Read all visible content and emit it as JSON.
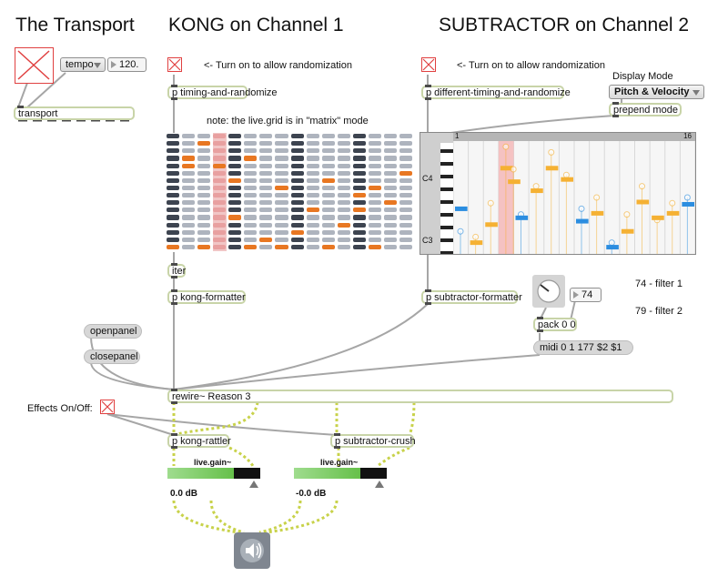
{
  "titles": {
    "transport": "The Transport",
    "kong": "KONG on Channel 1",
    "subtractor": "SUBTRACTOR on Channel 2"
  },
  "transport_section": {
    "tempo_menu": "tempo",
    "tempo_value": "120.",
    "transport_object": "transport"
  },
  "kong_section": {
    "randomize_note": "<- Turn on to allow randomization",
    "timing_object": "p timing-and-randomize",
    "grid_note": "note: the live.grid is in \"matrix\" mode",
    "iter_object": "iter",
    "formatter_object": "p kong-formatter"
  },
  "subtractor_section": {
    "randomize_note": "<- Turn on to allow randomization",
    "timing_object": "p different-timing-and-randomize",
    "display_mode_label": "Display Mode",
    "display_mode_value": "Pitch & Velocity",
    "prepend_object": "prepend mode",
    "piano_roll": {
      "start_marker": "1",
      "end_marker": "16",
      "octave_labels": [
        "C4",
        "C3"
      ]
    },
    "formatter_object": "p subtractor-formatter",
    "dial_number": "74",
    "pack_object": "pack 0 0",
    "midi_message": "midi 0 1 177 $2 $1",
    "filter_note_1": "74 - filter 1",
    "filter_note_2": "79 - filter 2"
  },
  "messages": {
    "openpanel": "openpanel",
    "closepanel": "closepanel"
  },
  "rewire": {
    "object": "rewire~ Reason 3",
    "effects_label": "Effects On/Off:"
  },
  "effects": {
    "kong_effect": "p kong-rattler",
    "subtractor_effect": "p subtractor-crush"
  },
  "gains": [
    {
      "label": "live.gain~",
      "value_text": "0.0 dB",
      "level": 0.72
    },
    {
      "label": "live.gain~",
      "value_text": "-0.0 dB",
      "level": 0.72
    }
  ],
  "icons": {
    "speaker": "speaker-icon",
    "toggle": "x-toggle-icon"
  },
  "colors": {
    "object_border": "#c8d4a8",
    "grid_dark": "#3d4450",
    "grid_light": "#aeb4be",
    "grid_active": "#e87722",
    "grid_playhead": "#e8a0a0",
    "piano_orange": "#f5b133",
    "piano_blue": "#2b8de0",
    "toggle_red": "#e04040"
  },
  "kong_grid": {
    "columns": 16,
    "rows": 16,
    "playhead_column": 3,
    "dark_columns": [
      0,
      4,
      8,
      12
    ],
    "active_cells": [
      [
        2,
        1
      ],
      [
        1,
        3
      ],
      [
        5,
        3
      ],
      [
        1,
        4
      ],
      [
        3,
        4
      ],
      [
        4,
        6
      ],
      [
        7,
        7
      ],
      [
        10,
        6
      ],
      [
        12,
        8
      ],
      [
        13,
        7
      ],
      [
        14,
        9
      ],
      [
        9,
        10
      ],
      [
        4,
        11
      ],
      [
        11,
        12
      ],
      [
        6,
        14
      ],
      [
        8,
        13
      ],
      [
        15,
        5
      ],
      [
        2,
        15
      ],
      [
        0,
        15
      ],
      [
        5,
        15
      ],
      [
        7,
        15
      ],
      [
        10,
        15
      ],
      [
        13,
        15
      ],
      [
        12,
        10
      ]
    ]
  },
  "piano_notes": [
    {
      "step": 1,
      "pitch": 0.58,
      "color": "blue",
      "vel": 0.2
    },
    {
      "step": 2,
      "pitch": 0.88,
      "color": "orange",
      "vel": 0.15
    },
    {
      "step": 3,
      "pitch": 0.72,
      "color": "orange",
      "vel": 0.45
    },
    {
      "step": 4,
      "pitch": 0.22,
      "color": "orange",
      "vel": 0.95
    },
    {
      "step": 4.5,
      "pitch": 0.34,
      "color": "orange",
      "vel": 0.75
    },
    {
      "step": 5,
      "pitch": 0.66,
      "color": "blue",
      "vel": 0.35
    },
    {
      "step": 6,
      "pitch": 0.42,
      "color": "orange",
      "vel": 0.6
    },
    {
      "step": 7,
      "pitch": 0.22,
      "color": "orange",
      "vel": 0.9
    },
    {
      "step": 8,
      "pitch": 0.32,
      "color": "orange",
      "vel": 0.7
    },
    {
      "step": 9,
      "pitch": 0.69,
      "color": "blue",
      "vel": 0.4
    },
    {
      "step": 10,
      "pitch": 0.62,
      "color": "orange",
      "vel": 0.5
    },
    {
      "step": 11,
      "pitch": 0.92,
      "color": "blue",
      "vel": 0.1
    },
    {
      "step": 12,
      "pitch": 0.78,
      "color": "orange",
      "vel": 0.35
    },
    {
      "step": 13,
      "pitch": 0.52,
      "color": "orange",
      "vel": 0.6
    },
    {
      "step": 14,
      "pitch": 0.66,
      "color": "orange",
      "vel": 0.3
    },
    {
      "step": 15,
      "pitch": 0.62,
      "color": "orange",
      "vel": 0.45
    },
    {
      "step": 16,
      "pitch": 0.54,
      "color": "blue",
      "vel": 0.5
    }
  ]
}
